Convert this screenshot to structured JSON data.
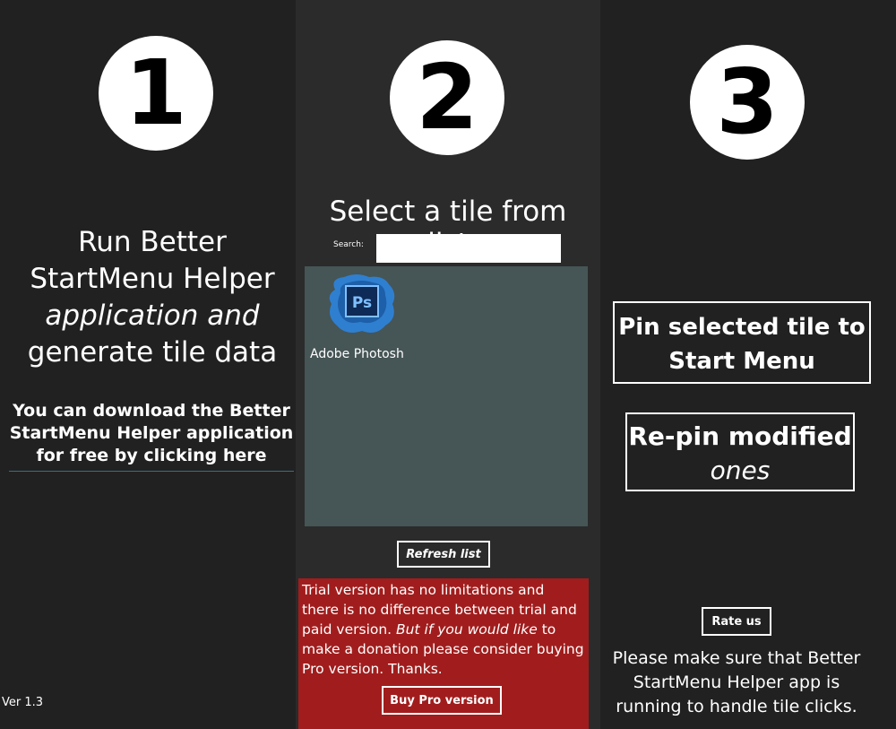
{
  "step1": {
    "number": "1",
    "line1": "Run Better",
    "line2": "StartMenu Helper",
    "line3": "application and",
    "line4": "generate tile data",
    "download_text": "You can download the Better StartMenu Helper application for free by clicking here",
    "version": "Ver 1.3"
  },
  "step2": {
    "number": "2",
    "title": "Select a tile from list",
    "search_label": "Search:",
    "search_value": "",
    "tiles": [
      {
        "label": "Adobe Photosh",
        "icon": "photoshop-icon",
        "icon_text": "Ps"
      }
    ],
    "refresh_label": "Refresh list",
    "trial_plain": "Trial version has no limitations and there is no difference between trial and paid version.",
    "trial_italic": "But if you would like",
    "trial_rest": "to make a donation please consider buying Pro version. Thanks.",
    "buy_label": "Buy Pro version"
  },
  "step3": {
    "number": "3",
    "pin_label": "Pin selected tile to Start Menu",
    "repin_label_1": "Re-pin modified",
    "repin_label_2": "ones",
    "rate_label": "Rate us",
    "helper_note": "Please make sure that Better StartMenu Helper app is running to handle tile clicks."
  },
  "colors": {
    "panel_dark": "#212121",
    "panel_mid": "#2b2b2b",
    "tile_list_bg": "#465556",
    "trial_red": "#a11d1d",
    "link_underline": "#3a6f86"
  }
}
